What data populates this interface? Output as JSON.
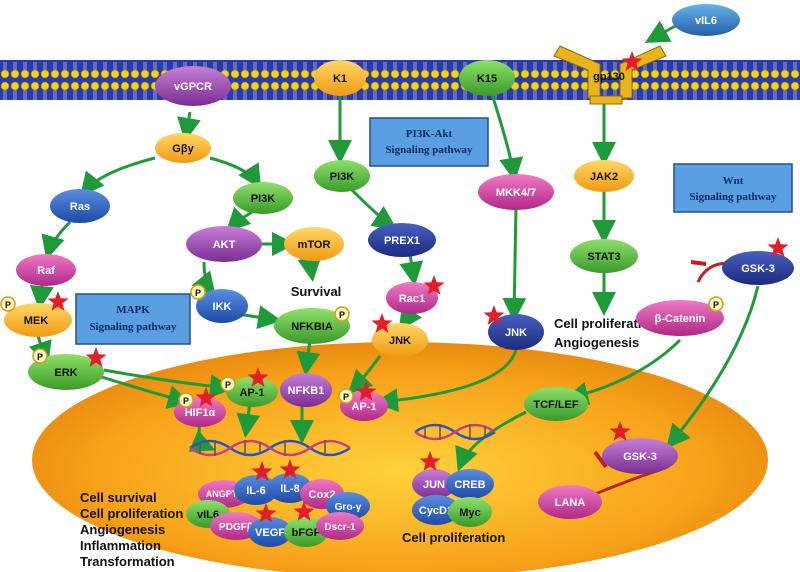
{
  "membrane": {
    "receptors": {
      "vgpcr": "vGPCR",
      "k1": "K1",
      "k15": "K15",
      "gp130": "gp130",
      "vil6": "vIL6"
    }
  },
  "pathway_boxes": {
    "pi3k_akt": [
      "PI3K-Akt",
      "Signaling pathway"
    ],
    "mapk": [
      "MAPK",
      "Signaling pathway"
    ],
    "wnt": [
      "Wnt",
      "Signaling pathway"
    ]
  },
  "cytoplasm": {
    "gby": "Gβy",
    "ras": "Ras",
    "raf": "Raf",
    "mek": "MEK",
    "erk": "ERK",
    "pi3k_left": "PI3K",
    "akt": "AKT",
    "mtor": "mTOR",
    "survival": "Survival",
    "ikk": "IKK",
    "nfkbia": "NFKBIA",
    "pi3k_mid": "PI3K",
    "prex1": "PREX1",
    "rac1": "Rac1",
    "jnk_mid": "JNK",
    "mkk47": "MKK4/7",
    "jnk_right": "JNK",
    "jak2": "JAK2",
    "stat3": "STAT3",
    "stat3_outcomes": [
      "Cell proliferation",
      "Angiogenesis"
    ],
    "gsk3_top": "GSK-3",
    "beta_catenin": "β-Catenin",
    "phospho": "P"
  },
  "nucleus": {
    "hif1a": "HIF1α",
    "ap1_left": "AP-1",
    "nfkb1": "NFKB1",
    "ap1_right": "AP-1",
    "tcf_lef": "TCF/LEF",
    "gsk3_nuc": "GSK-3",
    "lana": "LANA",
    "genes_left": [
      "ANGPT2",
      "IL-6",
      "IL-8",
      "Cox2",
      "Gro-γ",
      "vIL6",
      "PDGFβ",
      "VEGF",
      "bFGF",
      "Dscr-1"
    ],
    "genes_right": [
      "JUN",
      "CREB",
      "CycD1",
      "Myc"
    ],
    "outcomes_left": [
      "Cell survival",
      "Cell proliferation",
      "Angiogenesis",
      "Inflammation",
      "Transformation"
    ],
    "outcome_right": "Cell proliferation"
  }
}
